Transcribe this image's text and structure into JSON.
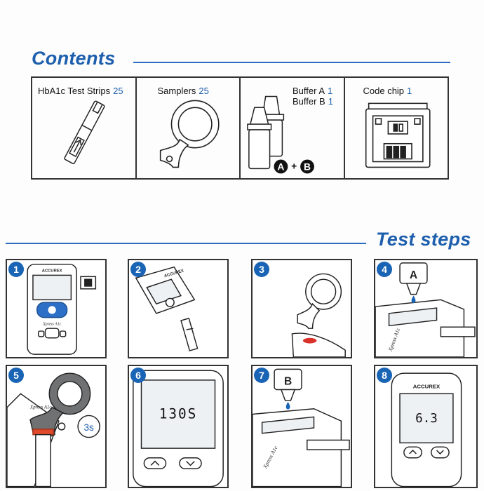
{
  "contents": {
    "title": "Contents",
    "items": [
      {
        "label": "HbA1c Test Strips",
        "qty": "25"
      },
      {
        "label": "Samplers",
        "qty": "25"
      },
      {
        "label": "Buffer A",
        "qty": "1",
        "label2": "Buffer B",
        "qty2": "1",
        "badge_a": "A",
        "plus": "+",
        "badge_b": "B"
      },
      {
        "label": "Code chip",
        "qty": "1"
      }
    ]
  },
  "steps": {
    "title": "Test steps",
    "brand": "ACCUREX",
    "model": "Xpress A1c",
    "list": [
      {
        "number": "1"
      },
      {
        "number": "2"
      },
      {
        "number": "3"
      },
      {
        "number": "4",
        "buffer_letter": "A"
      },
      {
        "number": "5",
        "timer": "3s"
      },
      {
        "number": "6",
        "display": "130S"
      },
      {
        "number": "7",
        "buffer_letter": "B"
      },
      {
        "number": "8",
        "display": "6.3"
      }
    ]
  },
  "colors": {
    "accent": "#1d5fad",
    "badge": "#1a64b5",
    "drop": "#1a64b5",
    "blood": "#d8322b",
    "stripe": "#e04a2a"
  }
}
